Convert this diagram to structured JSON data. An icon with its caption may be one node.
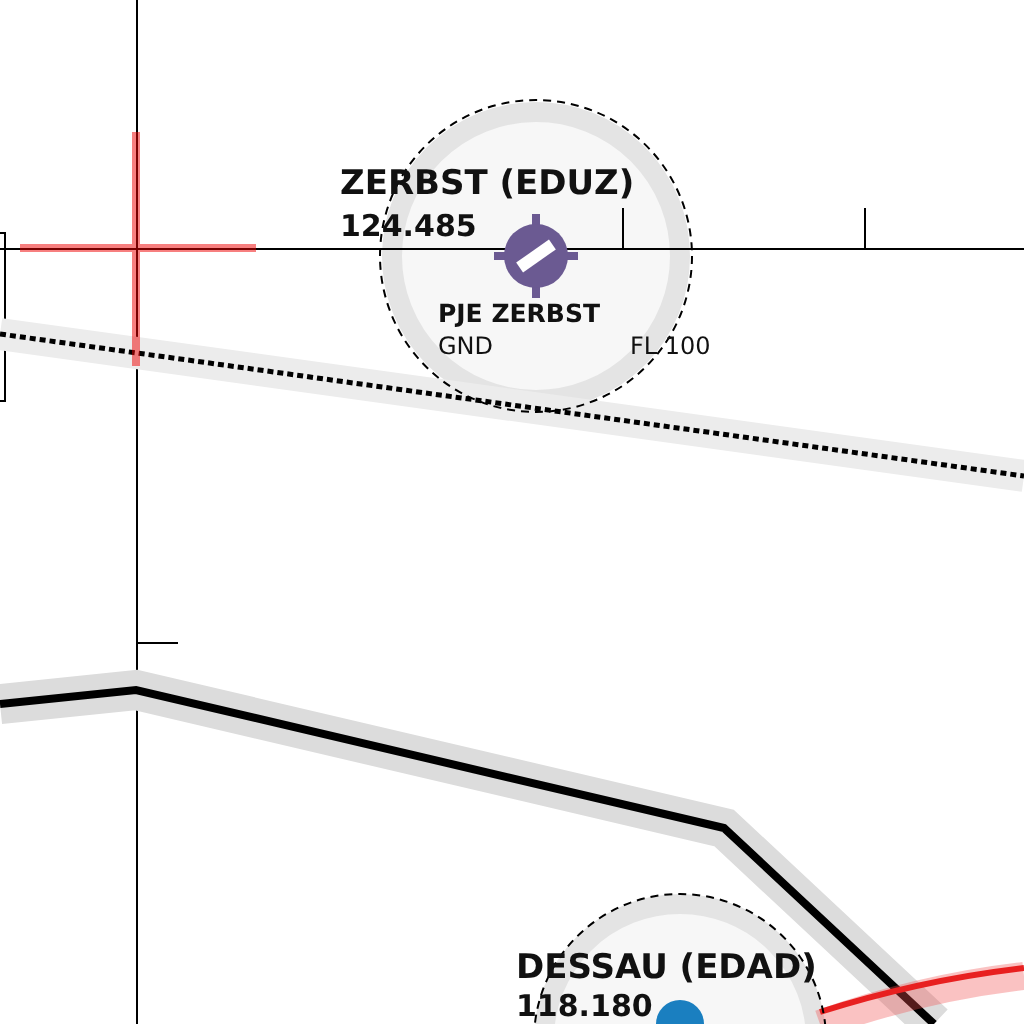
{
  "diagram": {
    "labels": [
      "ZERBST (EDUZ)",
      "124.485",
      "PJE ZERBST",
      "GND",
      "FL 100",
      "DESSAU (EDAD)",
      "118.180"
    ]
  }
}
